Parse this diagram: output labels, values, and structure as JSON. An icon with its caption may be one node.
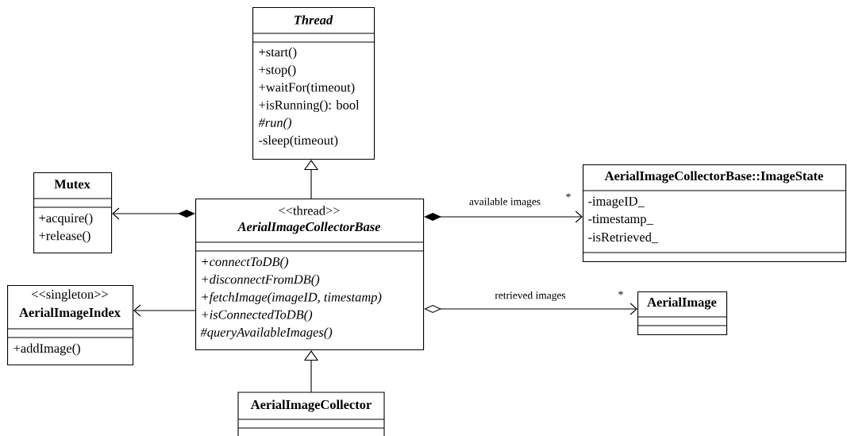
{
  "diagram": {
    "nodes": [
      {
        "text": [
          "Thread",
          "+start()",
          "+stop()",
          "+waitFor(timeout)",
          "+isRunning(): bool",
          "#run()",
          "-sleep(timeout)"
        ]
      },
      {
        "text": [
          "Mutex",
          "+acquire()",
          "+release()"
        ]
      },
      {
        "text": [
          "<<thread>>",
          "AerialImageCollectorBase",
          "+connectToDB()",
          "+disconnectFromDB()",
          "+fetchImage(imageID, timestamp)",
          "+isConnectedToDB()",
          "#queryAvailableImages()"
        ]
      },
      {
        "text": [
          "AerialImageCollectorBase::ImageState",
          "-imageID_",
          "-timestamp_",
          "-isRetrieved_"
        ]
      },
      {
        "text": [
          "<<singleton>>",
          "AerialImageIndex",
          "+addImage()"
        ]
      },
      {
        "text": [
          "AerialImage"
        ]
      },
      {
        "text": [
          "AerialImageCollector"
        ]
      }
    ],
    "edges": [
      {
        "from": 2,
        "to": 0,
        "arrow": "to"
      },
      {
        "from": 2,
        "to": 1,
        "arrow": "to"
      },
      {
        "from": 2,
        "to": 3,
        "arrow": "to",
        "label": "available images"
      },
      {
        "from": 2,
        "to": 4,
        "arrow": "to"
      },
      {
        "from": 2,
        "to": 5,
        "arrow": "to",
        "label": "retrieved images"
      },
      {
        "from": 6,
        "to": 2,
        "arrow": "to"
      }
    ],
    "labels": [
      "*",
      "*"
    ]
  }
}
